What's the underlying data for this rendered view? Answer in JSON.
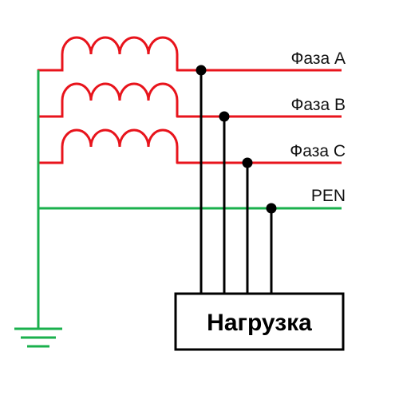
{
  "labels": {
    "phase_a": "Фаза А",
    "phase_b": "Фаза В",
    "phase_c": "Фаза С",
    "pen": "PEN",
    "load": "Нагрузка"
  },
  "colors": {
    "phase_wire": "#e8141c",
    "pen_wire": "#1ab04c",
    "load_wire": "#000000"
  },
  "icons": {
    "ground": "ground-icon",
    "winding": "transformer-winding-icon",
    "junction": "junction-dot-icon"
  }
}
